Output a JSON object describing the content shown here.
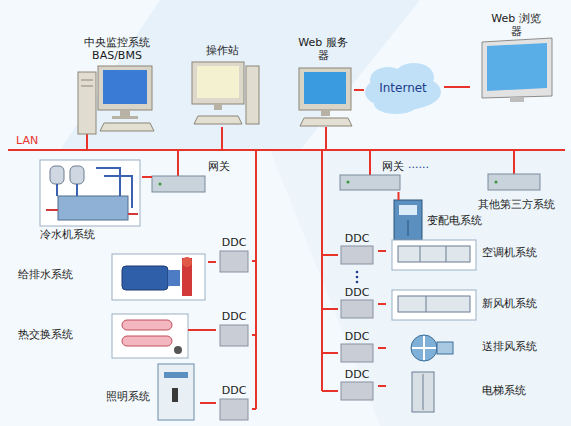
{
  "diagram": {
    "nodes": [
      {
        "text": [
          "Web 浏览器"
        ]
      },
      {
        "text": [
          "中央监控系统 BAS/BMS"
        ]
      },
      {
        "text": [
          "操作站"
        ]
      },
      {
        "text": [
          "Web 服务器"
        ]
      },
      {
        "text": [
          "Internet"
        ]
      },
      {
        "text": [
          "网关"
        ]
      },
      {
        "text": [
          "网关"
        ]
      },
      {
        "text": [
          "其他第三方系统"
        ]
      },
      {
        "text": [
          "冷水机系统"
        ]
      },
      {
        "text": [
          "变配电系统"
        ]
      },
      {
        "text": [
          "DDC"
        ]
      },
      {
        "text": [
          "空调机系统"
        ]
      },
      {
        "text": [
          "DDC"
        ]
      },
      {
        "text": [
          "给排水系统"
        ]
      },
      {
        "text": [
          "DDC"
        ]
      },
      {
        "text": [
          "新风机系统"
        ]
      },
      {
        "text": [
          "DDC"
        ]
      },
      {
        "text": [
          "热交换系统"
        ]
      },
      {
        "text": [
          "DDC"
        ]
      },
      {
        "text": [
          "送排风系统"
        ]
      },
      {
        "text": [
          "DDC"
        ]
      },
      {
        "text": [
          "照明系统"
        ]
      },
      {
        "text": [
          "DDC"
        ]
      },
      {
        "text": [
          "电梯系统"
        ]
      }
    ],
    "edges": [
      {
        "from": 3,
        "to": 4,
        "arrow": "none"
      },
      {
        "from": 4,
        "to": 0,
        "arrow": "none"
      },
      {
        "from": 5,
        "to": 8,
        "arrow": "none"
      },
      {
        "from": 6,
        "to": 9,
        "arrow": "none"
      },
      {
        "from": 10,
        "to": 11,
        "arrow": "none"
      },
      {
        "from": 12,
        "to": 13,
        "arrow": "none"
      },
      {
        "from": 14,
        "to": 15,
        "arrow": "none"
      },
      {
        "from": 16,
        "to": 17,
        "arrow": "none"
      },
      {
        "from": 18,
        "to": 19,
        "arrow": "none"
      },
      {
        "from": 20,
        "to": 21,
        "arrow": "none"
      },
      {
        "from": 22,
        "to": 23,
        "arrow": "none"
      }
    ],
    "labels": [
      "LAN",
      "......"
    ]
  }
}
